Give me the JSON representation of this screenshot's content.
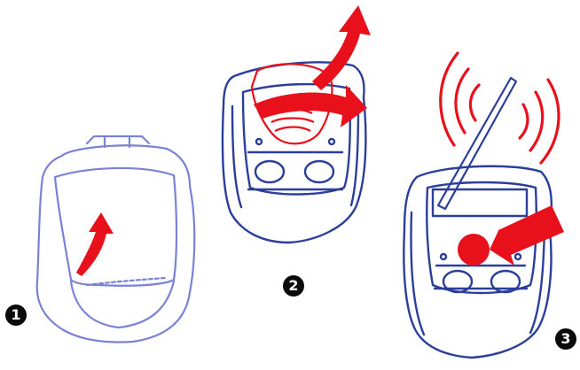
{
  "steps": [
    {
      "number": "1"
    },
    {
      "number": "2"
    },
    {
      "number": "3"
    }
  ],
  "colors": {
    "device_outline": "#2b3f9a",
    "device_outline_light": "#7a82d6",
    "arrow_red": "#e8101a",
    "badge_fill": "#0a0a0a",
    "badge_text": "#ffffff",
    "background": "#ffffff"
  },
  "icons": {
    "step1": "flip-up-arrow-icon",
    "step2": "lift-and-remove-arrows-icon",
    "step3": "press-button-arrow-icon",
    "step3_sound": "sound-waves-icon"
  }
}
